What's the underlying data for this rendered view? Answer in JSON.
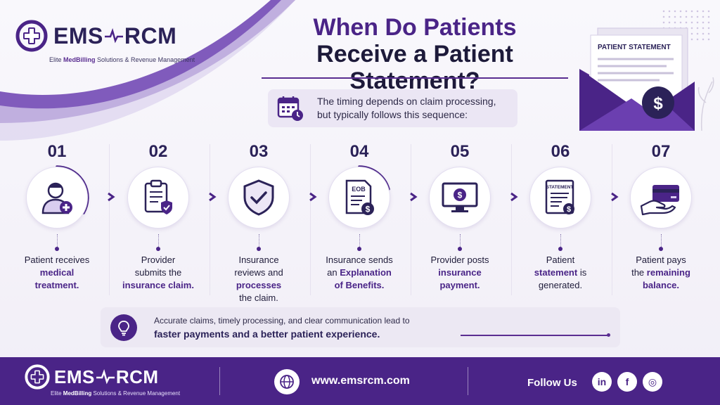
{
  "brand": {
    "name_left": "EMS",
    "name_right": "RCM",
    "tagline_pre": "Elite ",
    "tagline_bold": "MedBilling",
    "tagline_post": " Solutions & Revenue Management"
  },
  "title": {
    "line1": "When Do Patients",
    "line2": "Receive a Patient Statement?"
  },
  "callout": {
    "line1": "The timing depends on claim processing,",
    "line2": "but typically follows this sequence:"
  },
  "envelope": {
    "doc_title": "PATIENT STATEMENT",
    "symbol": "$"
  },
  "steps": [
    {
      "num": "01",
      "icon": "patient-medical-icon",
      "t1": "Patient receives",
      "h1": "medical",
      "h2": "treatment.",
      "t3": ""
    },
    {
      "num": "02",
      "icon": "clipboard-shield-icon",
      "t1": "Provider",
      "t2": "submits the",
      "h1": "insurance claim."
    },
    {
      "num": "03",
      "icon": "shield-check-icon",
      "t1": "Insurance",
      "t2": "reviews and",
      "h1": "processes",
      "t4": "the claim."
    },
    {
      "num": "04",
      "icon": "eob-document-icon",
      "eob_label": "EOB",
      "t1": "Insurance sends",
      "t2": "an ",
      "h1": "Explanation",
      "h2": "of Benefits."
    },
    {
      "num": "05",
      "icon": "monitor-dollar-icon",
      "t1": "Provider posts",
      "h1": "insurance",
      "h2": "payment."
    },
    {
      "num": "06",
      "icon": "statement-document-icon",
      "stmt_label": "STATEMENT",
      "t1": "Patient",
      "h1": "statement",
      "t2b": " is",
      "t3": "generated."
    },
    {
      "num": "07",
      "icon": "hand-card-icon",
      "t1": "Patient pays",
      "t2": "the ",
      "h1": "remaining",
      "h2": "balance."
    }
  ],
  "banner": {
    "line1": "Accurate claims, timely processing, and clear communication lead to",
    "line2": "faster payments and a better patient experience."
  },
  "footer": {
    "url": "www.emsrcm.com",
    "follow": "Follow Us",
    "social": [
      {
        "name": "linkedin-icon",
        "glyph": "in"
      },
      {
        "name": "facebook-icon",
        "glyph": "f"
      },
      {
        "name": "instagram-icon",
        "glyph": "◎"
      }
    ]
  },
  "colors": {
    "primary": "#4a2487",
    "dark": "#2b2258",
    "light": "#ece8f3"
  }
}
